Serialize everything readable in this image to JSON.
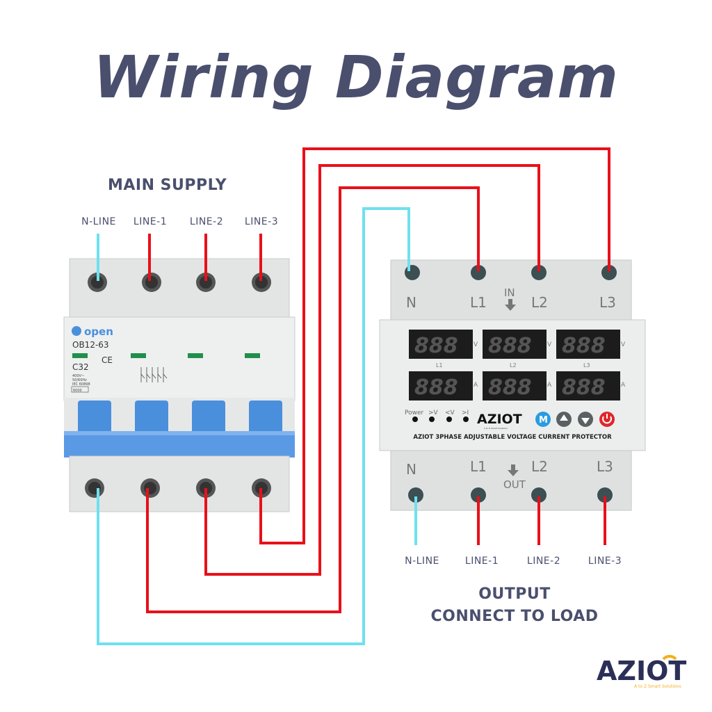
{
  "title": "Wiring Diagram",
  "supply": {
    "heading": "MAIN SUPPLY",
    "labels": [
      "N-LINE",
      "LINE-1",
      "LINE-2",
      "LINE-3"
    ]
  },
  "breaker": {
    "brand": "open",
    "model": "OB12-63",
    "rating": "C32",
    "ce": "CE",
    "specs": [
      "400V~",
      "50/60Hz",
      "IEC 60898"
    ],
    "capacity": "6000"
  },
  "protector": {
    "in_terminals": [
      "N",
      "L1",
      "L2",
      "L3"
    ],
    "in_label": "IN",
    "out_terminals": [
      "N",
      "L1",
      "L2",
      "L3"
    ],
    "out_label": "OUT",
    "display_voltage": [
      "888",
      "888",
      "888"
    ],
    "display_current": [
      "888",
      "888",
      "888"
    ],
    "display_units": [
      "V",
      "A"
    ],
    "phase_labels": [
      "L1",
      "L2",
      "L3"
    ],
    "indicator_labels": [
      "Power",
      ">V",
      "<V",
      ">I"
    ],
    "brand": "AZIOT",
    "brand_sub": "A to Z Smart Solutions",
    "description": "AZIOT 3PHASE ADJUSTABLE VOLTAGE CURRENT PROTECTOR",
    "button_m": "M"
  },
  "output": {
    "labels": [
      "N-LINE",
      "LINE-1",
      "LINE-2",
      "LINE-3"
    ],
    "heading_line1": "OUTPUT",
    "heading_line2": "CONNECT TO LOAD"
  },
  "logo": {
    "name": "AZIOT",
    "tagline": "A to Z Smart Solutions"
  },
  "colors": {
    "title": "#4a4f6e",
    "live_wire": "#e8101a",
    "neutral_wire": "#6fe0ef",
    "breaker_blue": "#4a8fdc",
    "device_gray": "#dfe1e1"
  }
}
